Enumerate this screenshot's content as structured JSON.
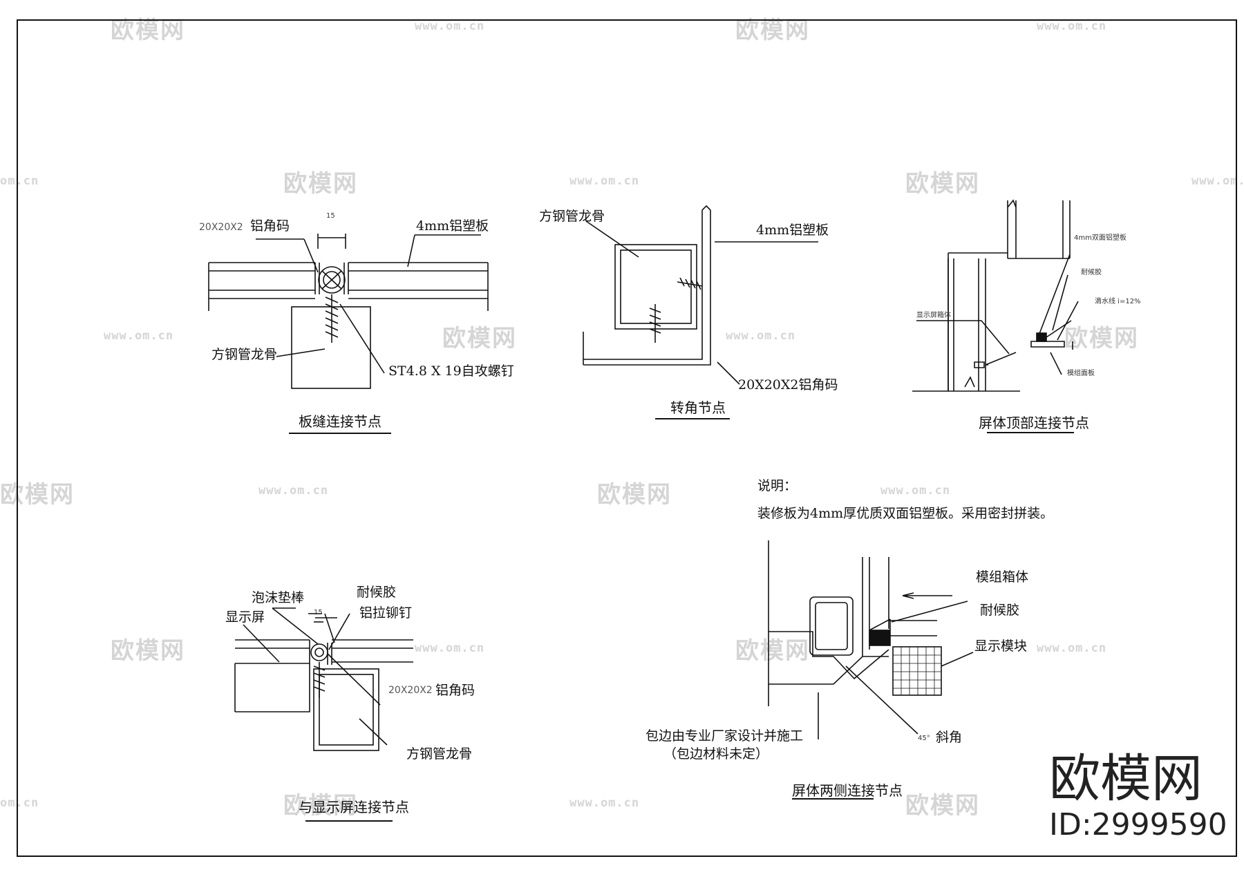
{
  "watermark": {
    "logo_text": "欧模网",
    "url_text": "www.om.cn",
    "url_short": "om.cn"
  },
  "details": {
    "panel_seam": {
      "title": "板缝连接节点",
      "angle_code_dim": "20X20X2",
      "angle_code": "铝角码",
      "gap_dim": "15",
      "panel": "4mm铝塑板",
      "keel": "方钢管龙骨",
      "screw": "ST4.8 X 19自攻螺钉"
    },
    "corner": {
      "title": "转角节点",
      "keel": "方钢管龙骨",
      "panel": "4mm铝塑板",
      "angle_code": "20X20X2铝角码"
    },
    "screen_top": {
      "title": "屏体顶部连接节点",
      "panel": "4mm双面铝塑板",
      "sealant": "耐候胶",
      "drip_line": "滴水线 i=12%",
      "box": "显示屏箱体",
      "module_panel": "模组面板"
    },
    "display_joint": {
      "title": "与显示屏连接节点",
      "foam_rod": "泡沫垫棒",
      "sealant": "耐候胶",
      "screen": "显示屏",
      "rivet": "铝拉铆钉",
      "gap_dim": "15",
      "angle_code_dim": "20X20X2",
      "angle_code": "铝角码",
      "keel": "方钢管龙骨"
    },
    "screen_sides": {
      "title": "屏体两侧连接节点",
      "module_box": "模组箱体",
      "sealant": "耐候胶",
      "display_module": "显示模块",
      "edging_line1": "包边由专业厂家设计并施工",
      "edging_line2": "（包边材料未定）",
      "bevel_dim": "45°",
      "bevel": "斜角"
    }
  },
  "notes": {
    "heading": "说明：",
    "text": "装修板为4mm厚优质双面铝塑板。采用密封拼装。"
  },
  "brand": {
    "name": "欧模网",
    "id": "ID:2999590"
  }
}
